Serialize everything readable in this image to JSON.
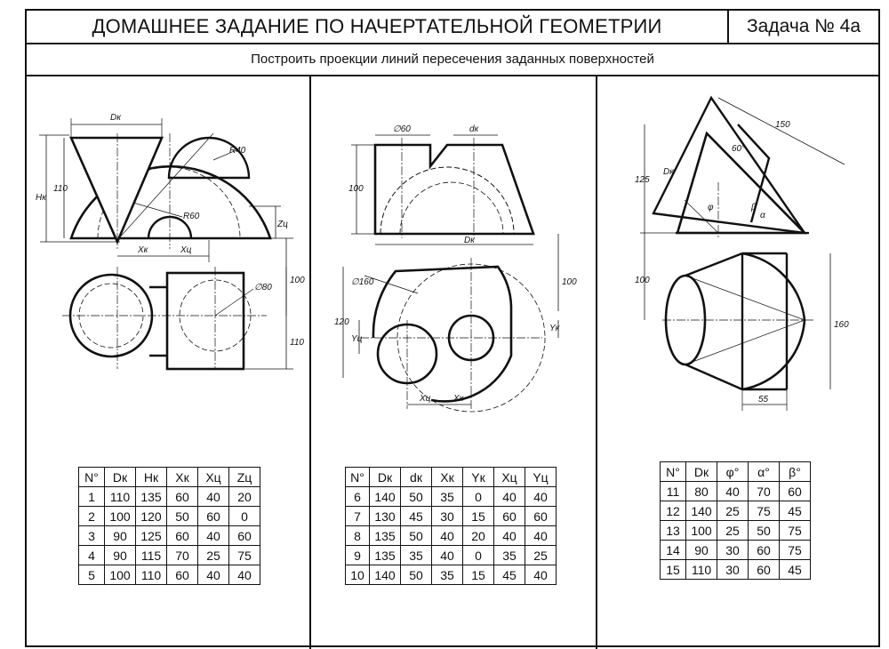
{
  "header": {
    "title": "ДОМАШНЕЕ ЗАДАНИЕ ПО НАЧЕРТАТЕЛЬНОЙ ГЕОМЕТРИИ",
    "task": "Задача № 4а"
  },
  "subtitle": "Построить проекции линий пересечения заданных поверхностей",
  "drawing1": {
    "labels": {
      "dk": "Dк",
      "r40": "R40",
      "r60": "R60",
      "hk": "Hк",
      "h110": "110",
      "zc": "Zц",
      "xk": "Xк",
      "xc": "Xц",
      "d80": "∅80",
      "v100": "100",
      "v110": "110"
    }
  },
  "drawing2": {
    "labels": {
      "d60": "∅60",
      "dk": "dк",
      "h100": "100",
      "Dk": "Dк",
      "d160": "∅160",
      "v100": "100",
      "v120": "120",
      "yc": "Yц",
      "yk": "Yк",
      "xc": "Xц",
      "xk": "Xк"
    }
  },
  "drawing3": {
    "labels": {
      "v150": "150",
      "v125": "125",
      "dk": "Dк",
      "a60": "60°",
      "phi": "φ",
      "beta": "β",
      "alpha": "α",
      "v100": "100",
      "v160": "160",
      "v55": "55"
    }
  },
  "table1": {
    "headers": [
      "N°",
      "Dк",
      "Hк",
      "Xк",
      "Xц",
      "Zц"
    ],
    "rows": [
      [
        "1",
        "110",
        "135",
        "60",
        "40",
        "20"
      ],
      [
        "2",
        "100",
        "120",
        "50",
        "60",
        "0"
      ],
      [
        "3",
        "90",
        "125",
        "60",
        "40",
        "60"
      ],
      [
        "4",
        "90",
        "115",
        "70",
        "25",
        "75"
      ],
      [
        "5",
        "100",
        "110",
        "60",
        "40",
        "40"
      ]
    ]
  },
  "table2": {
    "headers": [
      "N°",
      "Dк",
      "dк",
      "Xк",
      "Yк",
      "Xц",
      "Yц"
    ],
    "rows": [
      [
        "6",
        "140",
        "50",
        "35",
        "0",
        "40",
        "40"
      ],
      [
        "7",
        "130",
        "45",
        "30",
        "15",
        "60",
        "60"
      ],
      [
        "8",
        "135",
        "50",
        "40",
        "20",
        "40",
        "40"
      ],
      [
        "9",
        "135",
        "35",
        "40",
        "0",
        "35",
        "25"
      ],
      [
        "10",
        "140",
        "50",
        "35",
        "15",
        "45",
        "40"
      ]
    ]
  },
  "table3": {
    "headers": [
      "N°",
      "Dк",
      "φ°",
      "α°",
      "β°"
    ],
    "rows": [
      [
        "11",
        "80",
        "40",
        "70",
        "60"
      ],
      [
        "12",
        "140",
        "25",
        "75",
        "45"
      ],
      [
        "13",
        "100",
        "25",
        "50",
        "75"
      ],
      [
        "14",
        "90",
        "30",
        "60",
        "75"
      ],
      [
        "15",
        "110",
        "30",
        "60",
        "45"
      ]
    ]
  }
}
